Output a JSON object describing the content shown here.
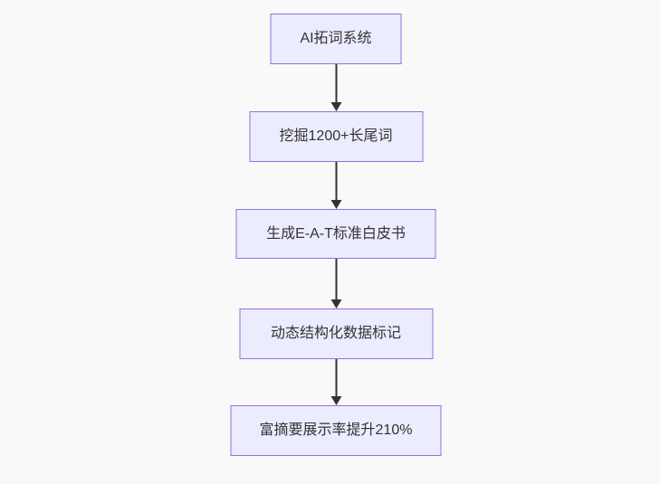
{
  "flowchart": {
    "type": "vertical-flow",
    "nodes": [
      {
        "id": "node-1",
        "label": "AI拓词系统"
      },
      {
        "id": "node-2",
        "label": "挖掘1200+长尾词"
      },
      {
        "id": "node-3",
        "label": "生成E-A-T标准白皮书"
      },
      {
        "id": "node-4",
        "label": "动态结构化数据标记"
      },
      {
        "id": "node-5",
        "label": "富摘要展示率提升210%"
      }
    ],
    "edges": [
      {
        "from": "node-1",
        "to": "node-2",
        "style": "arrow-down"
      },
      {
        "from": "node-2",
        "to": "node-3",
        "style": "arrow-down"
      },
      {
        "from": "node-3",
        "to": "node-4",
        "style": "arrow-down"
      },
      {
        "from": "node-4",
        "to": "node-5",
        "style": "arrow-down"
      }
    ],
    "colors": {
      "background": "#f9f9f9",
      "node_fill": "#ECECFF",
      "node_border": "#9370DB",
      "arrow": "#333333",
      "text": "#333333"
    }
  }
}
